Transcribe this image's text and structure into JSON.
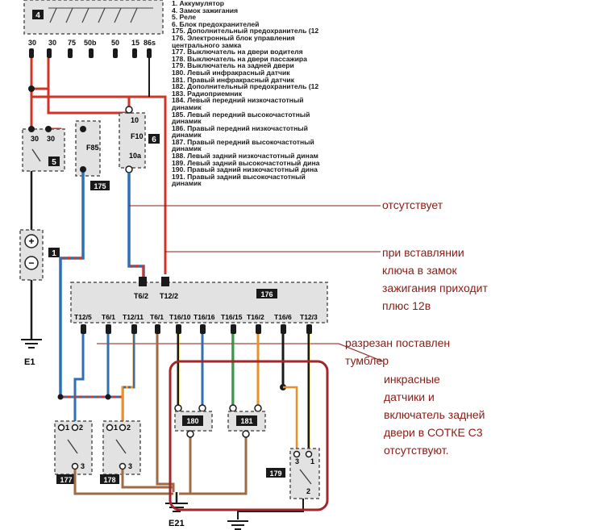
{
  "legend": {
    "lines": [
      "1. Аккумулятор",
      "4. Замок зажигания",
      "5. Реле",
      "6. Блок предохранителей",
      "175. Дополнительный предохранитель (12",
      "176. Электронный блок управления",
      "центрального замка",
      "177. Выключатель на двери водителя",
      "178. Выключатель на двери пассажира",
      "179. Выключатель на задней двери",
      "180. Левый инфракрасный датчик",
      "181. Правый инфракрасный датчик",
      "182. Дополнительный предохранитель (12",
      "183. Радиоприемник",
      "184. Левый передний низкочастотный",
      "динамик",
      "185. Левый передний высокочастотный",
      "динамик",
      "186. Правый передний низкочастотный",
      "динамик",
      "187. Правый передний высокочастотный",
      "динамик",
      "188. Левый задний низкочастотный динам",
      "189. Левый задний высокочастотный дина",
      "190. Правый задний низкочастотный дина",
      "191. Правый задний высокочастотный",
      "динамик"
    ]
  },
  "notes": {
    "absent": "отсутствует",
    "plus_lines": [
      "при вставлянии",
      "ключа в замок",
      "зажигания приходит",
      "плюс 12в"
    ],
    "cut_lines": [
      "разрезан поставлен",
      "тумблер"
    ],
    "ir_lines": [
      "инкрасные",
      "датчики и",
      "включатель задней",
      "двери в СОТКЕ С3",
      "отсутствуют."
    ]
  },
  "labels": {
    "ignition_id": "4",
    "ignition_pins": [
      "30",
      "30",
      "75",
      "50b",
      "50",
      "15",
      "86s"
    ],
    "relay_id": "5",
    "relay_pin_a": "30",
    "relay_pin_b": "30",
    "fuse175_name": "F85",
    "fuse175_id": "175",
    "fuseblock_top": "10",
    "fuseblock_name": "F10",
    "fuseblock_bottom": "10a",
    "fuseblock_id": "6",
    "battery_id": "1",
    "ground1": "E1",
    "ground2": "E21",
    "ecu_id": "176",
    "ecu_top_pins": [
      "T6/2",
      "T12/2"
    ],
    "ecu_bottom_pins": [
      "T12/5",
      "T6/1",
      "T12/11",
      "T6/1",
      "T16/10",
      "T16/16",
      "T16/15",
      "T16/2",
      "T16/6",
      "T12/3"
    ],
    "sw177_id": "177",
    "sw178_id": "178",
    "sw179_id": "179",
    "sensor180_id": "180",
    "sensor181_id": "181",
    "pin1": "1",
    "pin2": "2",
    "pin3": "3"
  },
  "colors": {
    "annotation": "#8a1b14",
    "wire_red": "#d03424",
    "wire_blue": "#2f6fb3",
    "wire_brown": "#a06a45",
    "wire_orange": "#e8902a",
    "wire_black": "#1a1a1a",
    "highlight": "#a3262a"
  }
}
